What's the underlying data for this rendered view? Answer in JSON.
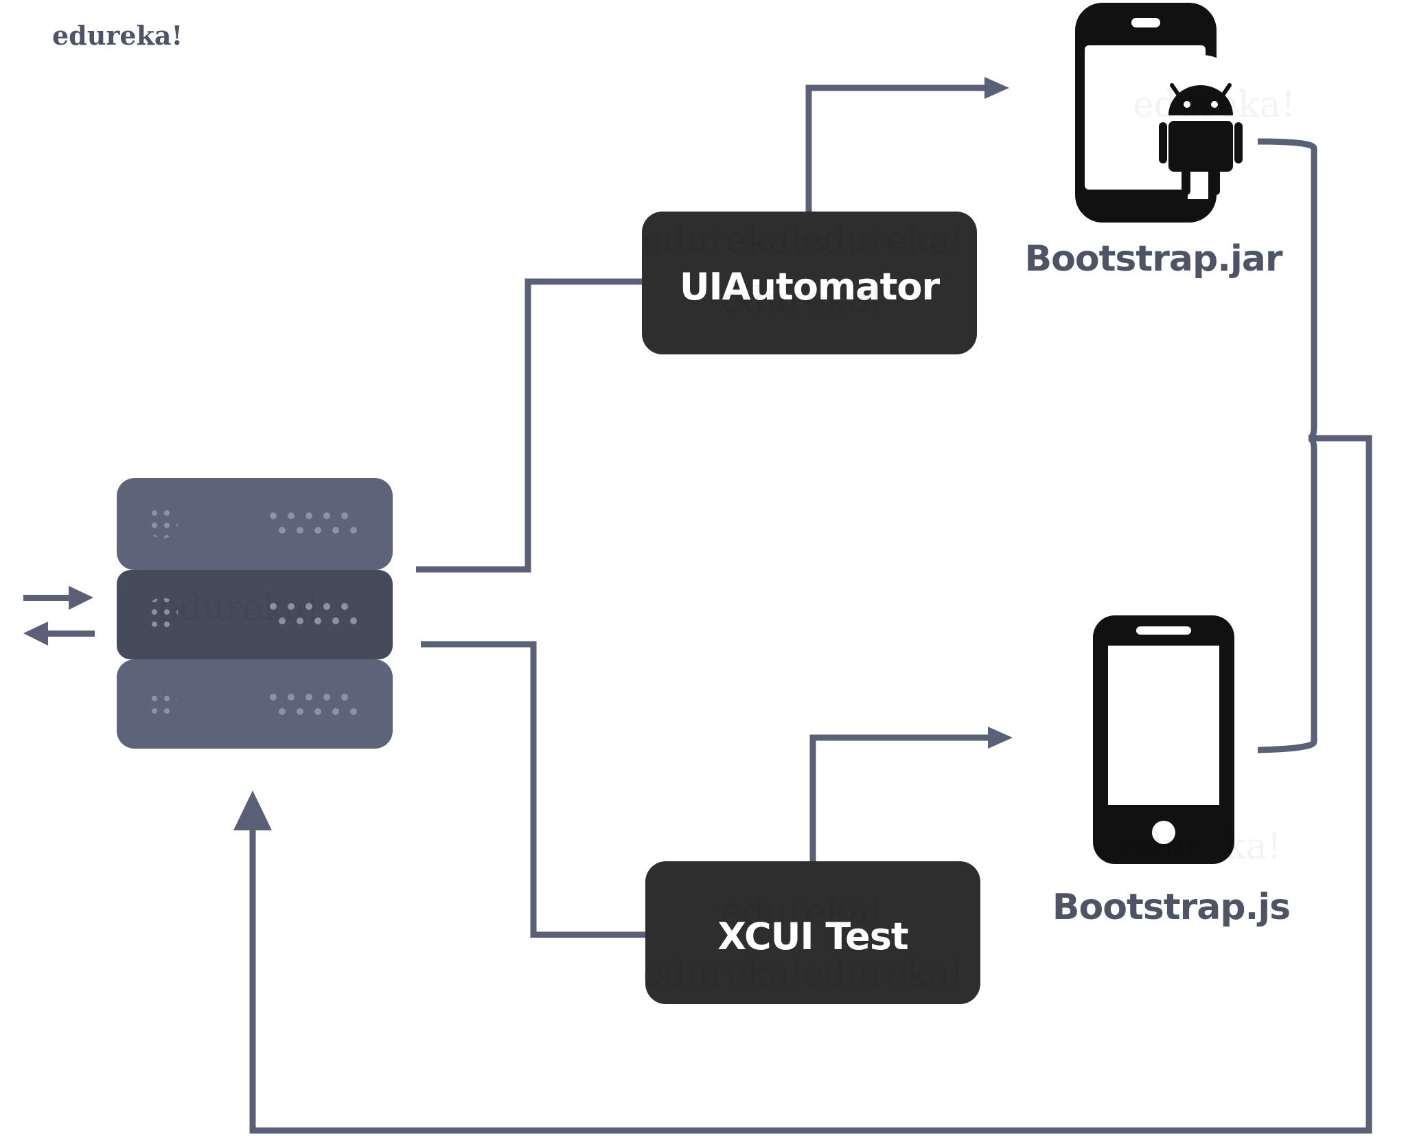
{
  "logo": {
    "text": "edureka!"
  },
  "watermark": {
    "text": "edureka!"
  },
  "boxes": [
    {
      "id": "uiautomator",
      "label": "UIAutomator"
    },
    {
      "id": "xcuitest",
      "label": "XCUI Test"
    }
  ],
  "devices": [
    {
      "id": "android",
      "label": "Bootstrap.jar",
      "icon": "android-phone-icon"
    },
    {
      "id": "ios",
      "label": "Bootstrap.js",
      "icon": "iphone-icon"
    }
  ],
  "colors": {
    "connector": "#5a6075",
    "server_light": "#5d6378",
    "server_dark": "#464b5c",
    "box_fill": "#2e2e2e",
    "box_text": "#ffffff",
    "device": "#111111",
    "logo": "#4e5466"
  }
}
